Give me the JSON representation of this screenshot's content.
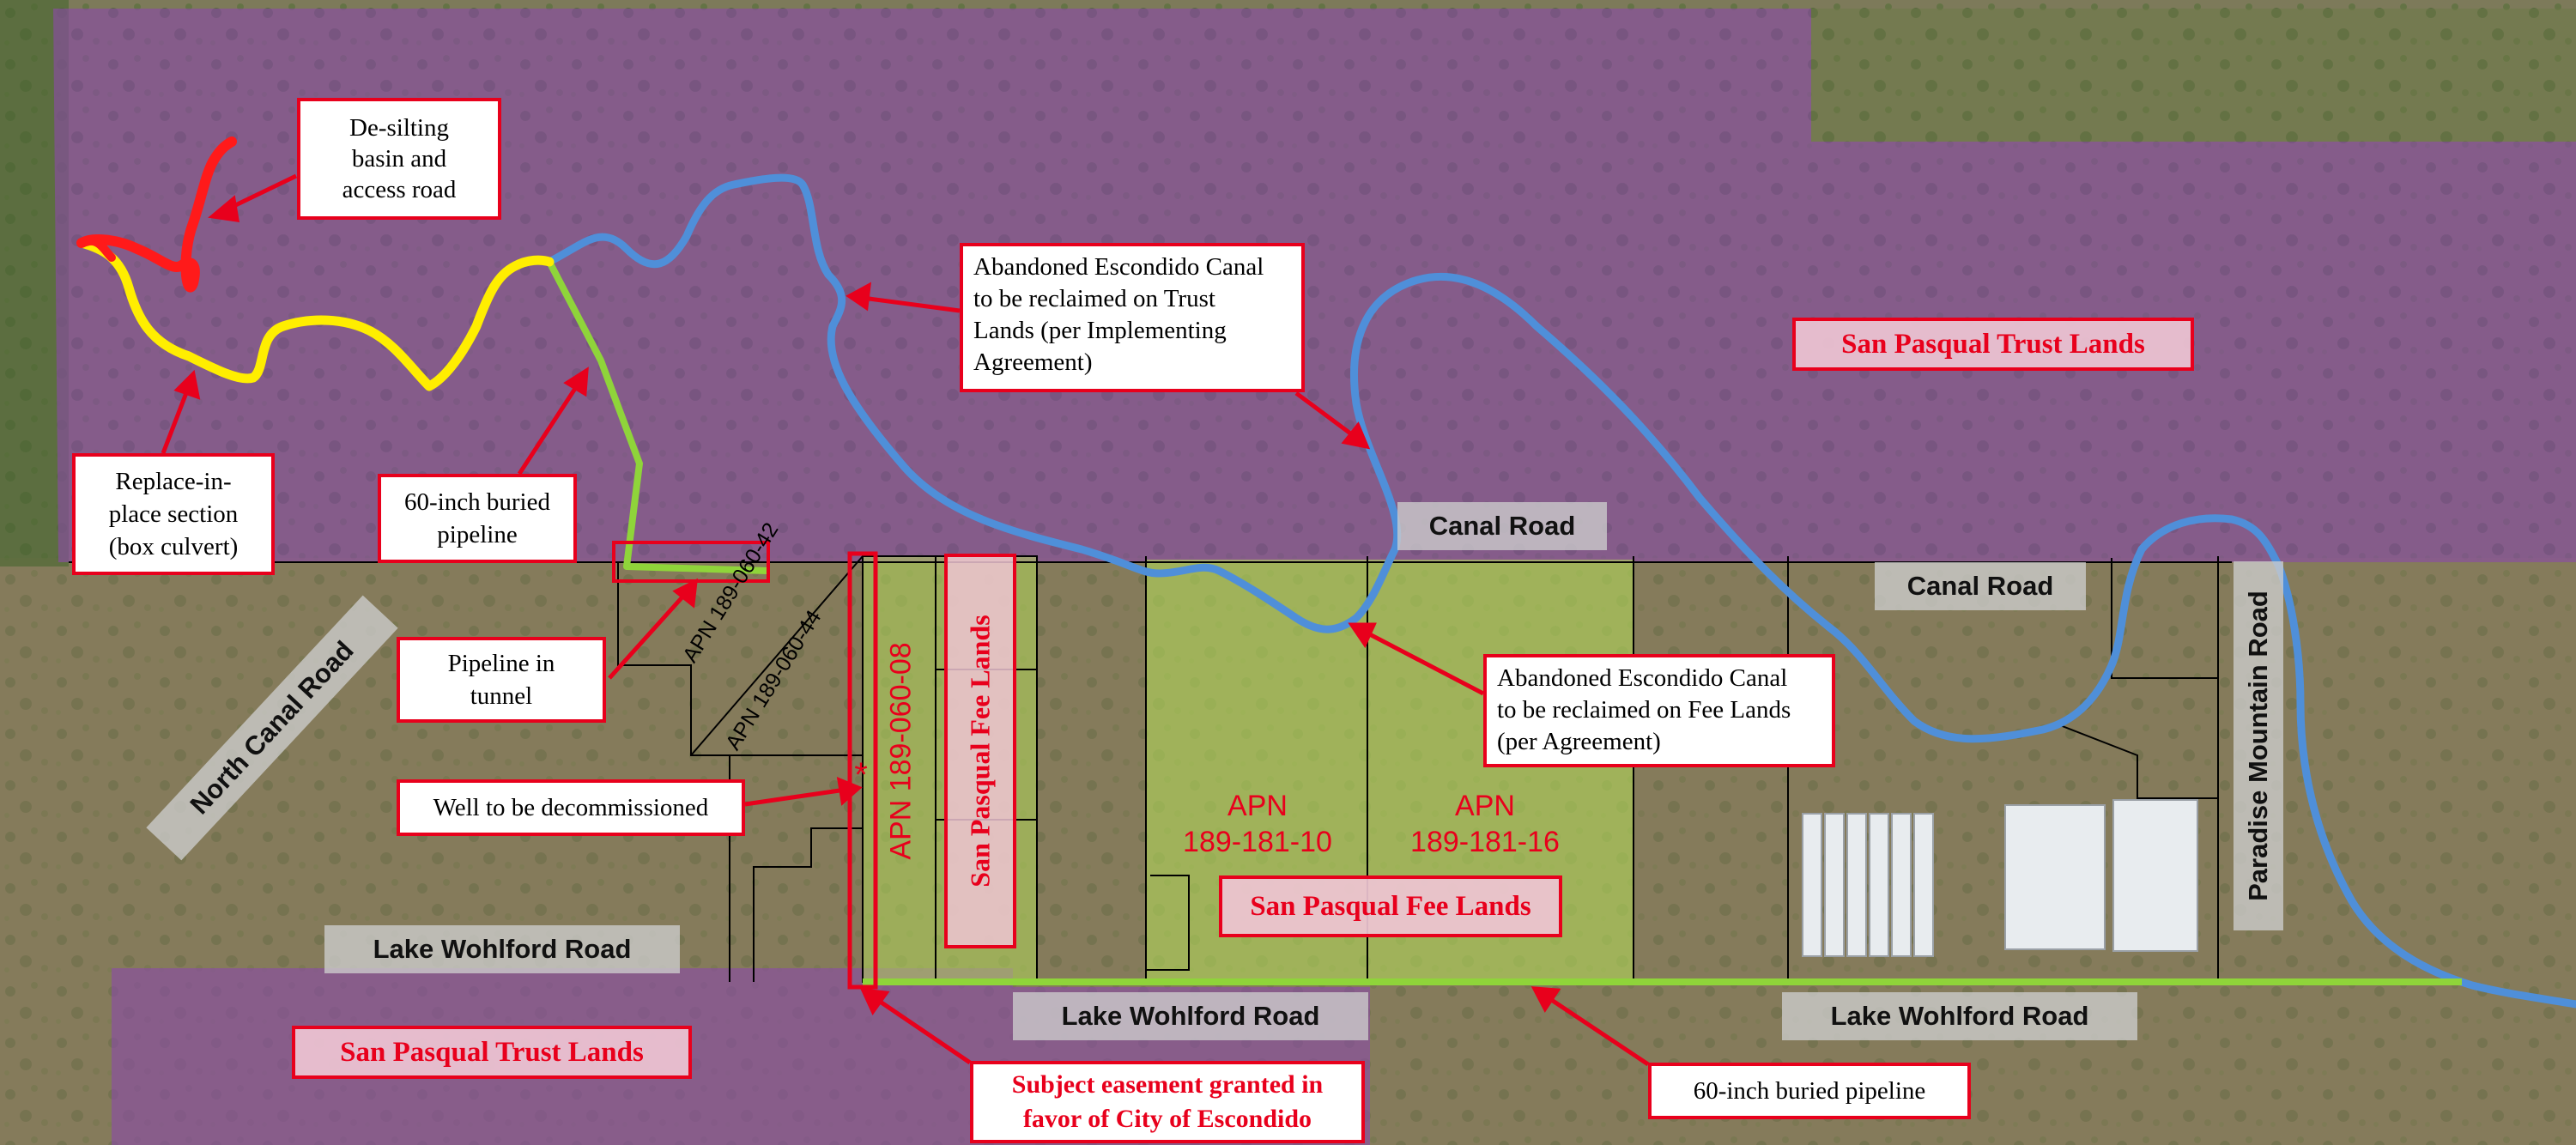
{
  "colors": {
    "trust_lands_overlay": "#8a4aa8",
    "fee_lands_overlay": "#b6e05a",
    "canal_blue": "#4f8fd9",
    "pipeline_green": "#8fd43a",
    "replace_yellow": "#ffee00",
    "desilting_red": "#ff1a1a",
    "annotation_red": "#e8001c"
  },
  "regions": {
    "trust_top": "San Pasqual Trust Lands",
    "trust_bottom": "San Pasqual Trust Lands",
    "fee_center": "San Pasqual Fee Lands",
    "fee_vertical": "San Pasqual Fee Lands"
  },
  "roads": {
    "canal_road_1": "Canal Road",
    "canal_road_2": "Canal Road",
    "north_canal_road": "North Canal Road",
    "lake_wohlford_1": "Lake Wohlford Road",
    "lake_wohlford_2": "Lake Wohlford Road",
    "lake_wohlford_3": "Lake Wohlford Road",
    "paradise_mountain": "Paradise Mountain Road"
  },
  "parcels": {
    "apn_060_08": "APN 189-060-08",
    "apn_060_42": "APN 189-060-42",
    "apn_060_44": "APN 189-060-44",
    "apn_181_10": {
      "line1": "APN",
      "line2": "189-181-10"
    },
    "apn_181_16": {
      "line1": "APN",
      "line2": "189-181-16"
    }
  },
  "callouts": {
    "desilting": [
      "De-silting",
      "basin and",
      "access road"
    ],
    "canal_trust": [
      "Abandoned Escondido Canal",
      "to be reclaimed on Trust",
      "Lands (per Implementing",
      "Agreement)"
    ],
    "replace": [
      "Replace-in-",
      "place section",
      "(box culvert)"
    ],
    "pipeline_60_top": [
      "60-inch buried",
      "pipeline"
    ],
    "pipeline_tunnel": [
      "Pipeline in",
      "tunnel"
    ],
    "well": "Well to be decommissioned",
    "canal_fee": [
      "Abandoned Escondido Canal",
      "to be reclaimed on Fee Lands",
      "(per Agreement)"
    ],
    "easement": [
      "Subject easement granted in",
      "favor of City of Escondido"
    ],
    "pipeline_60_bottom": "60-inch buried pipeline"
  },
  "well_marker": "*"
}
